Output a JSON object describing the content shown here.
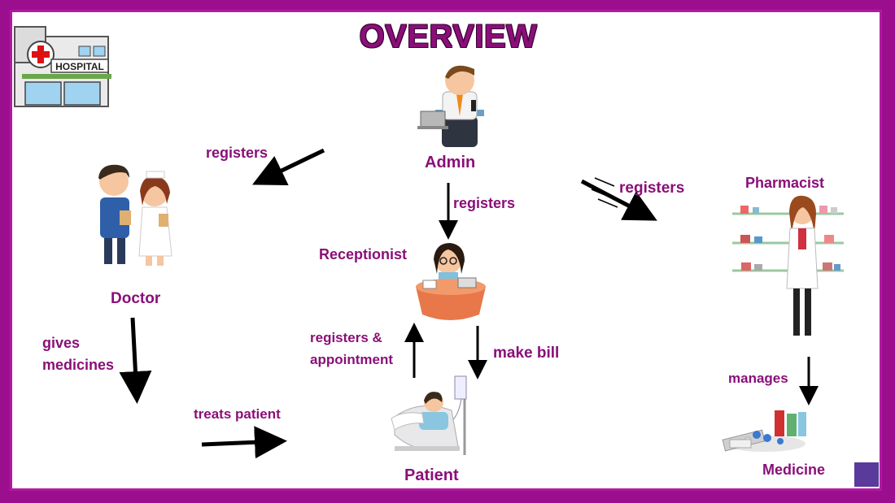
{
  "title": "OVERVIEW",
  "hospital_sign": "HOSPITAL",
  "roles": {
    "admin": "Admin",
    "doctor": "Doctor",
    "receptionist": "Receptionist",
    "pharmacist": "Pharmacist",
    "patient": "Patient",
    "medicine": "Medicine"
  },
  "edges": {
    "admin_doctor": "registers",
    "admin_receptionist": "registers",
    "admin_pharmacist": "registers",
    "doctor_patient_1": "gives",
    "doctor_patient_2": "medicines",
    "treats": "treats patient",
    "patient_receptionist_1": "registers &",
    "patient_receptionist_2": "appointment",
    "receptionist_patient": "make bill",
    "pharmacist_medicine": "manages"
  },
  "colors": {
    "accent": "#8a0f78",
    "border": "#9b0f8f",
    "arrow": "#000000"
  },
  "icons": [
    "hospital-icon",
    "admin-icon",
    "doctor-icon",
    "nurse-icon",
    "receptionist-icon",
    "pharmacist-icon",
    "patient-icon",
    "medicine-icon"
  ]
}
